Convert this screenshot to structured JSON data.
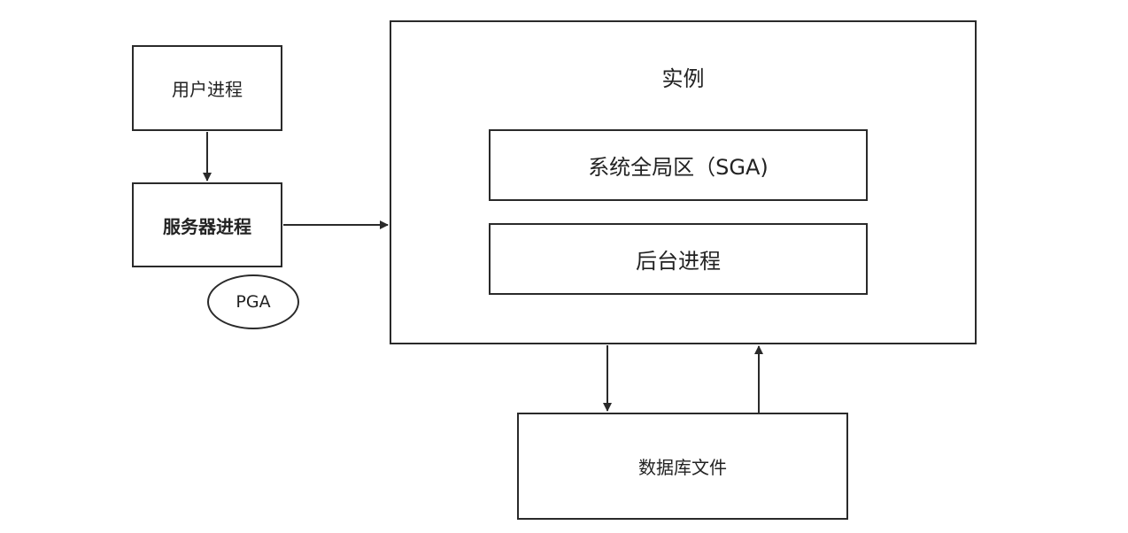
{
  "nodes": {
    "user_process": "用户进程",
    "server_process": "服务器进程",
    "pga": "PGA",
    "instance": "实例",
    "sga": "系统全局区（SGA)",
    "background_process": "后台进程",
    "database_files": "数据库文件"
  },
  "edges": [
    {
      "from": "user_process",
      "to": "server_process"
    },
    {
      "from": "server_process",
      "to": "instance"
    },
    {
      "from": "instance",
      "to": "database_files"
    },
    {
      "from": "database_files",
      "to": "instance"
    }
  ],
  "colors": {
    "stroke": "#2a2a2a",
    "background": "#ffffff"
  }
}
